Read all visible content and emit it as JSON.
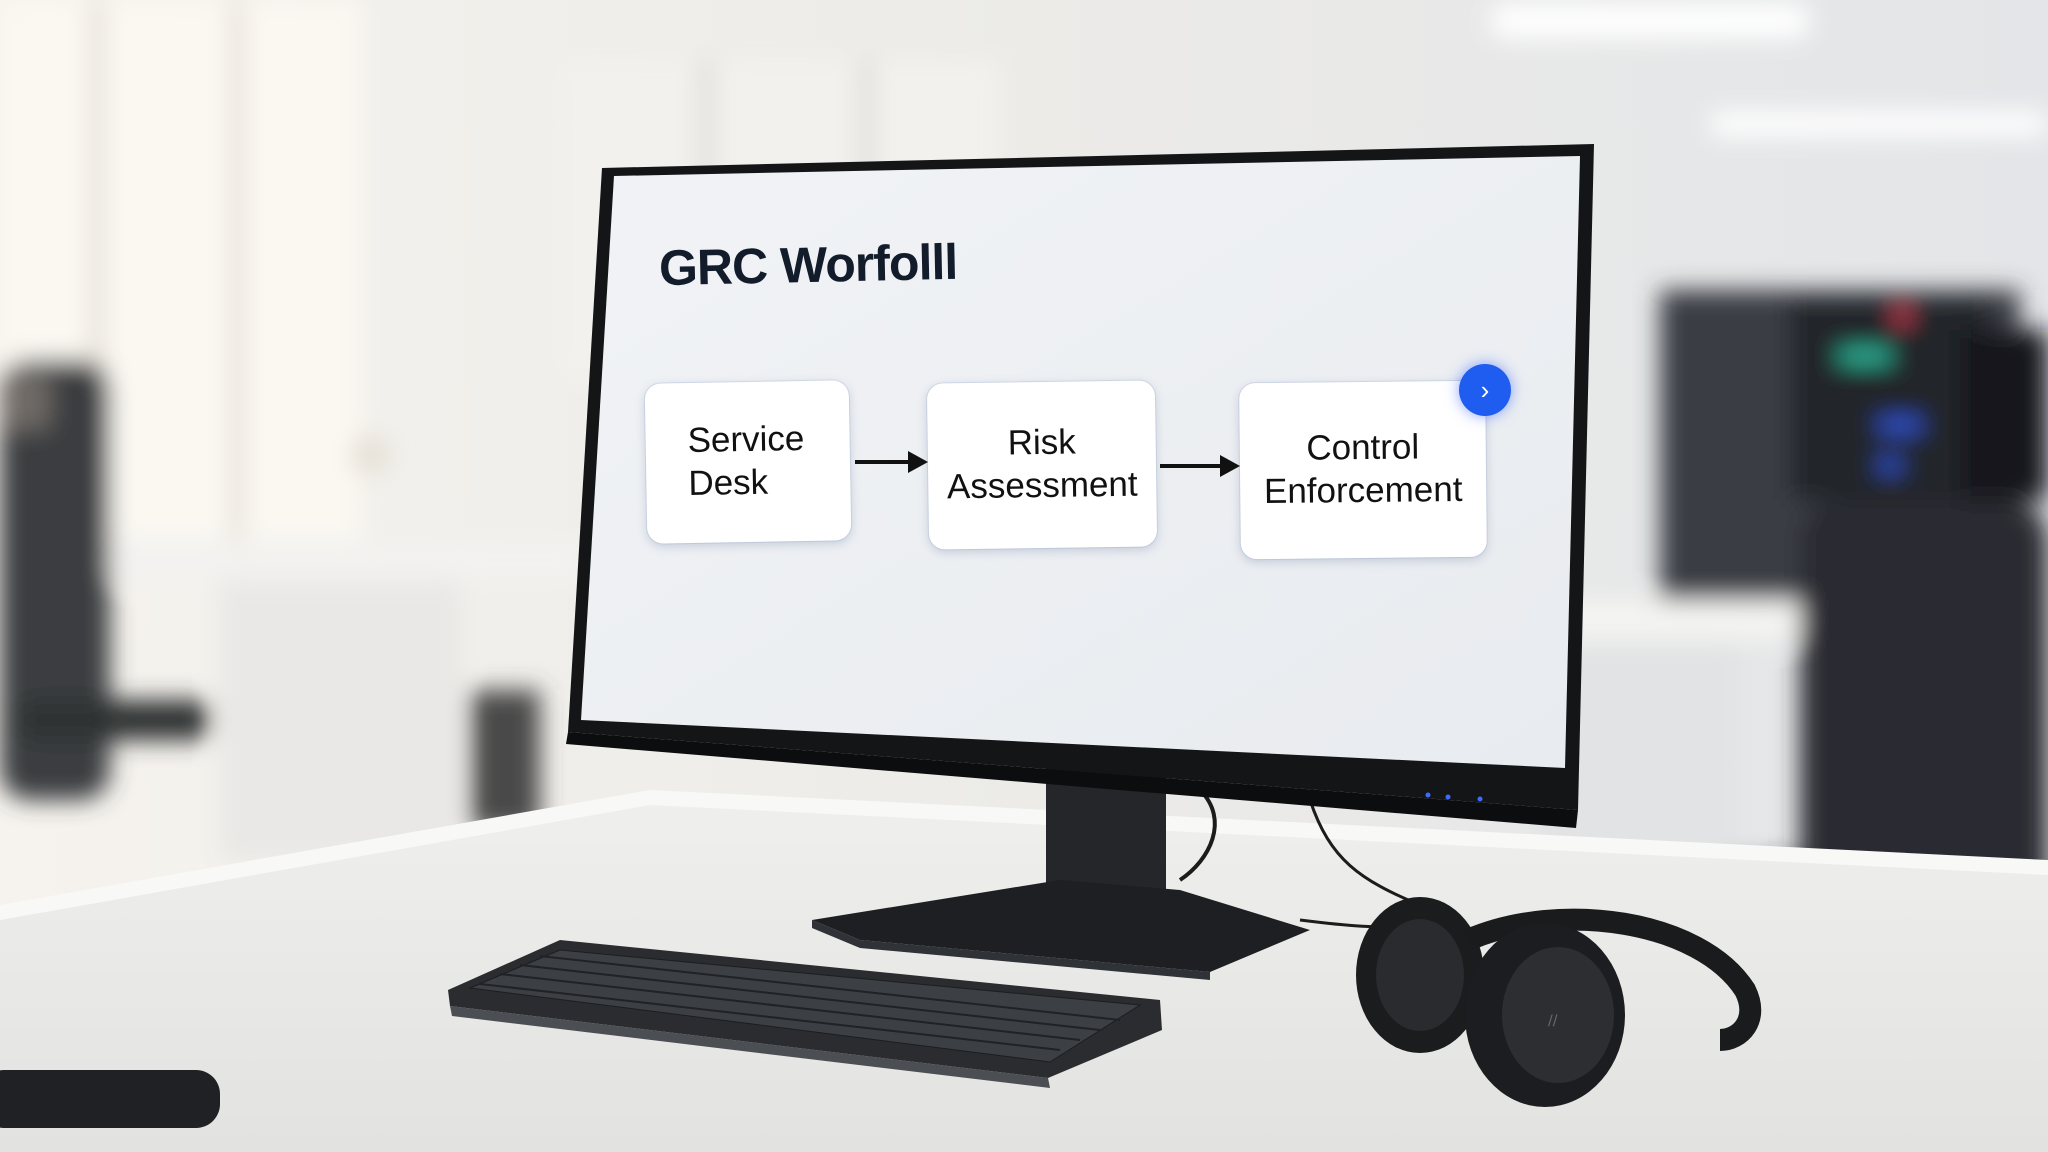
{
  "screen": {
    "title": "GRC Worfolll",
    "steps": [
      {
        "line1": "Service",
        "line2": "Desk"
      },
      {
        "line1": "Risk",
        "line2": "Assessment"
      },
      {
        "line1": "Control",
        "line2": "Enforcement"
      }
    ],
    "next_button_glyph": "›",
    "next_icon": "chevron-right-icon",
    "accent_color": "#1f5cf0"
  }
}
